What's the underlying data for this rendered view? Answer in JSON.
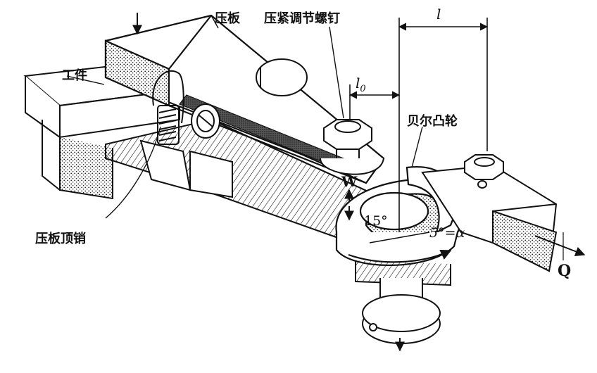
{
  "title": "",
  "labels": {
    "pressure_plate": "压板",
    "clamp_screw": "压紧调节螺钉",
    "workpiece": "工件",
    "plate_pin": "压板顶销",
    "bell_cam": "贝尔凸轮",
    "dim_l": "l",
    "dim_l0": "l",
    "dim_l0_sub": "0",
    "force_w": "W",
    "angle_15": "15°",
    "angle_alpha": "5°=α",
    "force_q": "Q"
  },
  "colors": {
    "ink": "#111111",
    "paper": "#ffffff"
  }
}
